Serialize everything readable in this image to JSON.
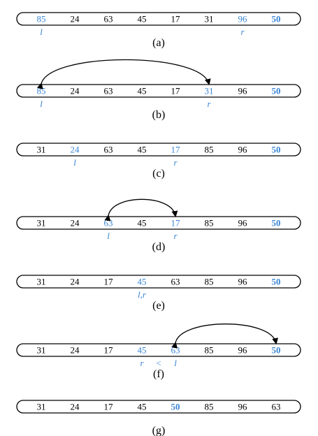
{
  "colors": {
    "black": "#000000",
    "blue": "#3a86d4"
  },
  "rows": [
    {
      "caption": "(a)",
      "values": [
        "85",
        "24",
        "63",
        "45",
        "17",
        "31",
        "96",
        "50"
      ],
      "blue": [
        0,
        6,
        7
      ],
      "bold": [
        7
      ],
      "labels": [
        {
          "text": "l",
          "index": 0
        },
        {
          "text": "r",
          "index": 6
        }
      ],
      "swap": null
    },
    {
      "caption": "(b)",
      "values": [
        "85",
        "24",
        "63",
        "45",
        "17",
        "31",
        "96",
        "50"
      ],
      "blue": [
        0,
        5,
        7
      ],
      "bold": [
        7
      ],
      "labels": [
        {
          "text": "l",
          "index": 0
        },
        {
          "text": "r",
          "index": 5
        }
      ],
      "swap": [
        0,
        5
      ]
    },
    {
      "caption": "(c)",
      "values": [
        "31",
        "24",
        "63",
        "45",
        "17",
        "85",
        "96",
        "50"
      ],
      "blue": [
        1,
        4,
        7
      ],
      "bold": [
        7
      ],
      "labels": [
        {
          "text": "l",
          "index": 1
        },
        {
          "text": "r",
          "index": 4
        }
      ],
      "swap": null
    },
    {
      "caption": "(d)",
      "values": [
        "31",
        "24",
        "63",
        "45",
        "17",
        "85",
        "96",
        "50"
      ],
      "blue": [
        2,
        4,
        7
      ],
      "bold": [
        7
      ],
      "labels": [
        {
          "text": "l",
          "index": 2
        },
        {
          "text": "r",
          "index": 4
        }
      ],
      "swap": [
        2,
        4
      ]
    },
    {
      "caption": "(e)",
      "values": [
        "31",
        "24",
        "17",
        "45",
        "63",
        "85",
        "96",
        "50"
      ],
      "blue": [
        3,
        7
      ],
      "bold": [
        7
      ],
      "labels": [
        {
          "text": "l,r",
          "index": 3
        }
      ],
      "swap": null
    },
    {
      "caption": "(f)",
      "values": [
        "31",
        "24",
        "17",
        "45",
        "63",
        "85",
        "96",
        "50"
      ],
      "blue": [
        3,
        4,
        7
      ],
      "bold": [
        7
      ],
      "labels": [
        {
          "text": "r",
          "index": 3
        },
        {
          "text": "<",
          "index": 3.5
        },
        {
          "text": "l",
          "index": 4
        }
      ],
      "swap": [
        4,
        7
      ]
    },
    {
      "caption": "(g)",
      "values": [
        "31",
        "24",
        "17",
        "45",
        "50",
        "85",
        "96",
        "63"
      ],
      "blue": [
        4
      ],
      "bold": [
        4
      ],
      "labels": [],
      "swap": null
    }
  ]
}
